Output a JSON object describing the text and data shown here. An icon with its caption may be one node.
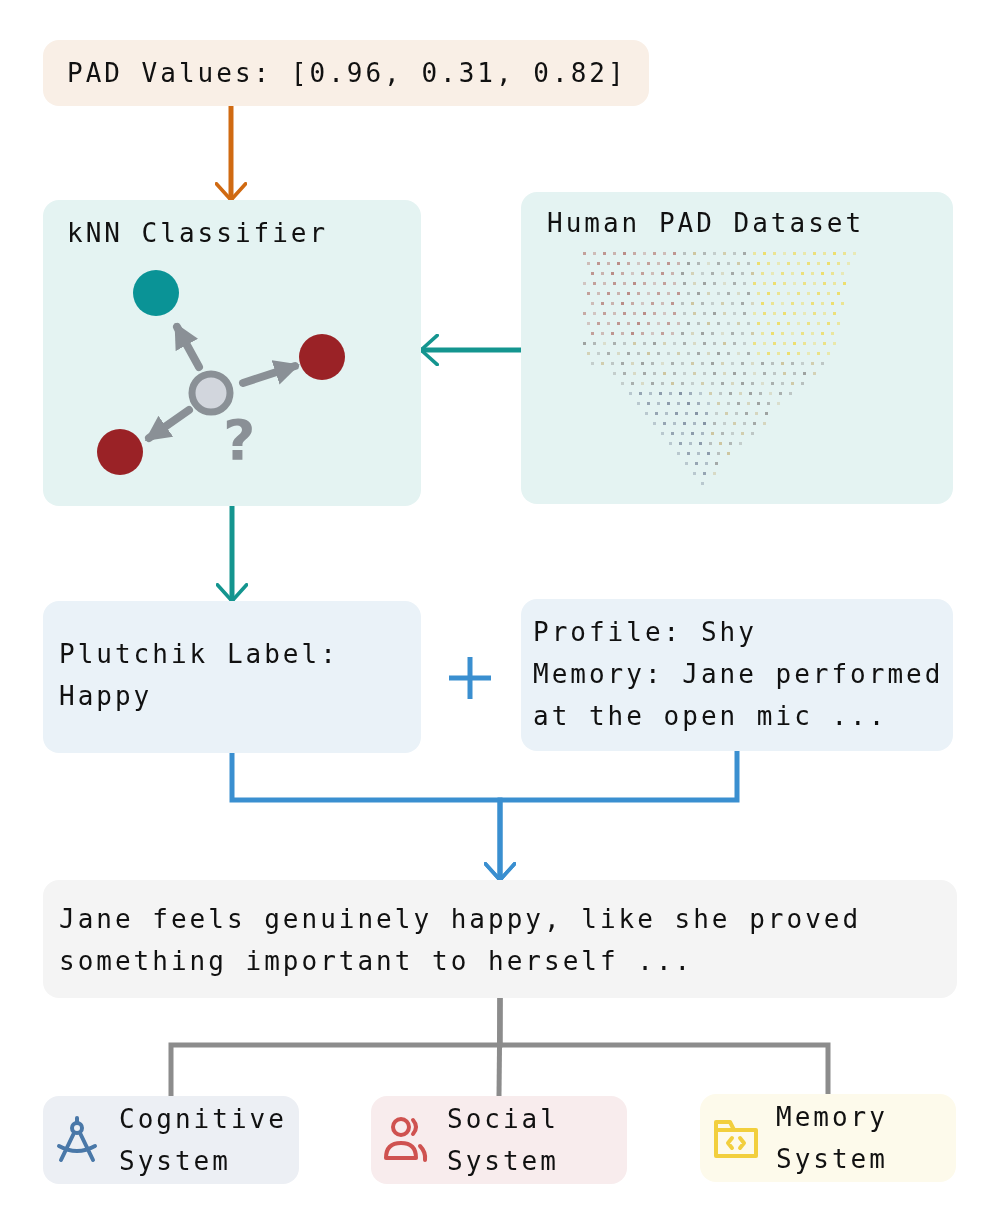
{
  "diagram": {
    "nodes": [
      {
        "text": [
          "PAD Values: [0.96, 0.31, 0.82]"
        ]
      },
      {
        "text": [
          "kNN Classifier"
        ]
      },
      {
        "text": [
          "Human PAD Dataset"
        ]
      },
      {
        "text": [
          "Plutchik Label: Happy"
        ]
      },
      {
        "text": [
          "Profile: Shy",
          "Memory: Jane performed at the open mic ..."
        ]
      },
      {
        "text": [
          "Jane feels genuinely happy, like she proved something important to herself ..."
        ]
      },
      {
        "text": [
          "Cognitive System"
        ]
      },
      {
        "text": [
          "Social System"
        ]
      },
      {
        "text": [
          "Memory System"
        ]
      }
    ],
    "edges": [
      {
        "from": 0,
        "to": 1,
        "arrow": "to",
        "color": "#d06a12"
      },
      {
        "from": 2,
        "to": 1,
        "arrow": "to",
        "color": "#14958f"
      },
      {
        "from": 1,
        "to": 3,
        "arrow": "to",
        "color": "#14958f"
      },
      {
        "from": 3,
        "to": 5,
        "arrow": "to",
        "color": "#3a8fd0"
      },
      {
        "from": 4,
        "to": 5,
        "arrow": "to",
        "color": "#3a8fd0"
      },
      {
        "from": 5,
        "to": 6,
        "arrow": "none"
      },
      {
        "from": 5,
        "to": 7,
        "arrow": "none"
      },
      {
        "from": 5,
        "to": 8,
        "arrow": "none"
      }
    ],
    "labels": [
      "?"
    ]
  }
}
